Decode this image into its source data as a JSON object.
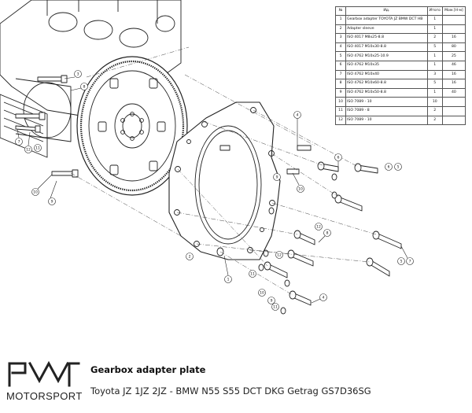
{
  "bom": {
    "headers": [
      "№",
      "Ид.",
      "Итого",
      "Мoм.[Н·м]"
    ],
    "rows": [
      {
        "no": "1",
        "name": "Gearbox adapter TOYOTA JZ BMW DCT HB",
        "qty": "1",
        "torque": ""
      },
      {
        "no": "2",
        "name": "Adapter sleeve",
        "qty": "1",
        "torque": ""
      },
      {
        "no": "3",
        "name": "ISO 4017 M8x25-8.8",
        "qty": "2",
        "torque": "16"
      },
      {
        "no": "4",
        "name": "ISO 4017 M10x30-8.8",
        "qty": "5",
        "torque": "80"
      },
      {
        "no": "5",
        "name": "ISO 4762 M10x25-10.9",
        "qty": "1",
        "torque": "25"
      },
      {
        "no": "6",
        "name": "ISO 4762 M10x35",
        "qty": "1",
        "torque": "46"
      },
      {
        "no": "7",
        "name": "ISO 4762 M10x40",
        "qty": "3",
        "torque": "16"
      },
      {
        "no": "8",
        "name": "ISO 4762 M10x60-8.8",
        "qty": "5",
        "torque": "16"
      },
      {
        "no": "9",
        "name": "ISO 4762 M10x50-8.8",
        "qty": "1",
        "torque": "40"
      },
      {
        "no": "10",
        "name": "ISO 7089 - 10",
        "qty": "10",
        "torque": ""
      },
      {
        "no": "11",
        "name": "ISO 7089 - 8",
        "qty": "2",
        "torque": ""
      },
      {
        "no": "12",
        "name": "ISO 7089 - 10",
        "qty": "2",
        "torque": ""
      }
    ]
  },
  "balloons": [
    "1",
    "2",
    "3",
    "4",
    "5",
    "6",
    "7",
    "8",
    "9",
    "10",
    "11",
    "12"
  ],
  "footer": {
    "logo_text": "MOTORSPORT",
    "title": "Gearbox adapter plate",
    "subtitle": "Toyota JZ 1JZ 2JZ - BMW N55 S55 DCT DKG Getrag GS7D36SG"
  }
}
